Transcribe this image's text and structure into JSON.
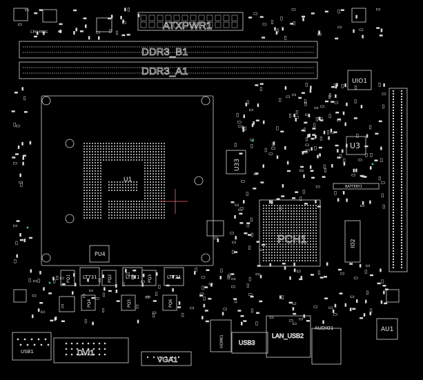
{
  "board": {
    "background": "#000000",
    "line_color": "#d8d8d8",
    "cursor_color": "#ff6a6a",
    "test_point_color": "#2fd0a0"
  },
  "labels": {
    "atx_power": "ATXPWR1",
    "ddr_b1": "DDR3_B1",
    "ddr_a1": "DDR3_A1",
    "cpu_socket": "U1",
    "super_io": "UIO1",
    "u3": "U3",
    "u33": "U33",
    "battery": "BATTERY1",
    "chipset": "PCH1",
    "pu4": "PU4",
    "lt731": "LT731",
    "lt711": "LT711",
    "lt721": "LT721",
    "pq1": "PQ1",
    "pq2": "PQ2",
    "pq3": "PQ3",
    "pq4": "PQ4",
    "pq5": "PQ5",
    "pq6": "PQ6",
    "usb_c": "USB3",
    "vga": "VGA1",
    "hdmi": "HDMI1",
    "lan_usb": "LAN_USB2",
    "audio": "AUDIO1",
    "au1": "AU1",
    "usb1": "USB1",
    "dvi": "DVI1",
    "cpu_fan": "CPU_FAN1",
    "io2": "IO2"
  }
}
